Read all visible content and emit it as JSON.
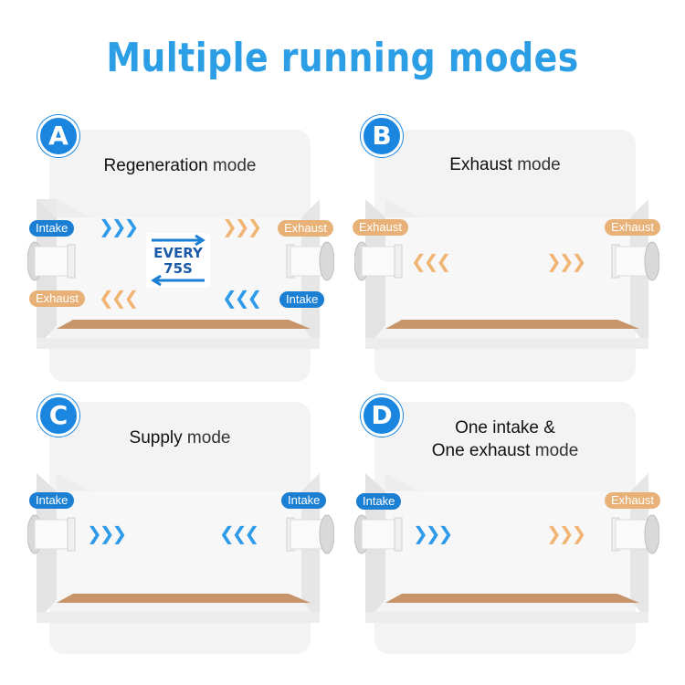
{
  "title": "Multiple running modes",
  "colors": {
    "accent": "#2c9ee6",
    "intake": "#1b7fd4",
    "exhaust": "#e8b177",
    "floor": "#c8946a"
  },
  "modes": {
    "A": {
      "badge": "A",
      "title_bold": "Regeneration",
      "title_rest": " mode",
      "left_top": "Intake",
      "left_bottom": "Exhaust",
      "right_top": "Exhaust",
      "right_bottom": "Intake",
      "every_line1": "EVERY",
      "every_line2": "75S"
    },
    "B": {
      "badge": "B",
      "title_bold": "Exhaust",
      "title_rest": " mode",
      "left": "Exhaust",
      "right": "Exhaust"
    },
    "C": {
      "badge": "C",
      "title_bold": "Supply",
      "title_rest": " mode",
      "left": "Intake",
      "right": "Intake"
    },
    "D": {
      "badge": "D",
      "title_line1": "One intake &",
      "title_bold": "One exhaust",
      "title_rest": " mode",
      "left": "Intake",
      "right": "Exhaust"
    }
  }
}
